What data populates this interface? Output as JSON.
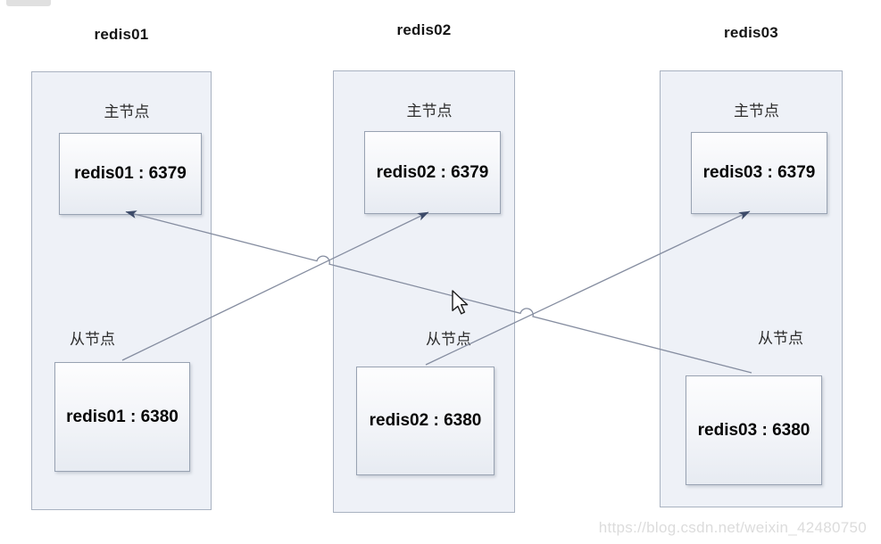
{
  "page": {
    "watermark_text": "https://blog.csdn.net/weixin_42480750"
  },
  "servers": [
    {
      "name": "redis01",
      "master_section_label": "主节点",
      "master_node_label": "redis01 : 6379",
      "slave_section_label": "从节点",
      "slave_node_label": "redis01 : 6380"
    },
    {
      "name": "redis02",
      "master_section_label": "主节点",
      "master_node_label": "redis02 : 6379",
      "slave_section_label": "从节点",
      "slave_node_label": "redis02 : 6380"
    },
    {
      "name": "redis03",
      "master_section_label": "主节点",
      "master_node_label": "redis03 : 6379",
      "slave_section_label": "从节点",
      "slave_node_label": "redis03 : 6380"
    }
  ],
  "connections": [
    {
      "from": "redis01 : 6380",
      "to": "redis02 : 6379"
    },
    {
      "from": "redis02 : 6380",
      "to": "redis03 : 6379"
    },
    {
      "from": "redis03 : 6380",
      "to": "redis01 : 6379"
    }
  ],
  "colors": {
    "panel_fill": "#eef1f7",
    "panel_border": "#a9b2c1",
    "node_border": "#98a2b2",
    "connector": "#858da0",
    "arrowhead": "#3c4a68",
    "watermark": "#dcdcdc"
  }
}
